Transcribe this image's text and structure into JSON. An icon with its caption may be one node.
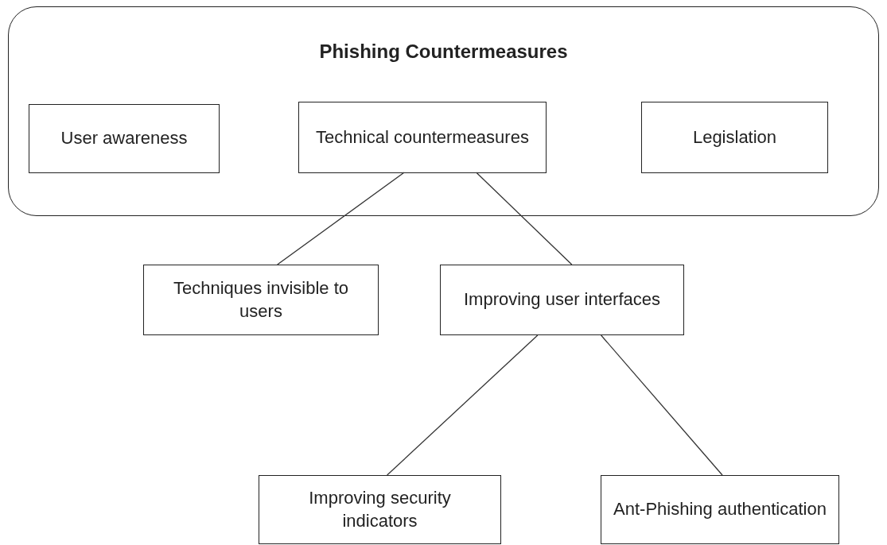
{
  "diagram": {
    "nodes": [
      {
        "text": [
          "Phishing Countermeasures"
        ]
      },
      {
        "text": [
          "User awareness"
        ],
        "in": 0
      },
      {
        "text": [
          "Technical countermeasures"
        ],
        "in": 0
      },
      {
        "text": [
          "Legislation"
        ],
        "in": 0
      },
      {
        "text": [
          "Techniques invisible to users"
        ]
      },
      {
        "text": [
          "Improving user interfaces"
        ]
      },
      {
        "text": [
          "Improving security indicators"
        ]
      },
      {
        "text": [
          "Ant-Phishing authentication"
        ]
      }
    ],
    "edges": [
      {
        "from": 2,
        "to": 4,
        "arrow": "none"
      },
      {
        "from": 2,
        "to": 5,
        "arrow": "none"
      },
      {
        "from": 5,
        "to": 6,
        "arrow": "none"
      },
      {
        "from": 5,
        "to": 7,
        "arrow": "none"
      }
    ]
  }
}
